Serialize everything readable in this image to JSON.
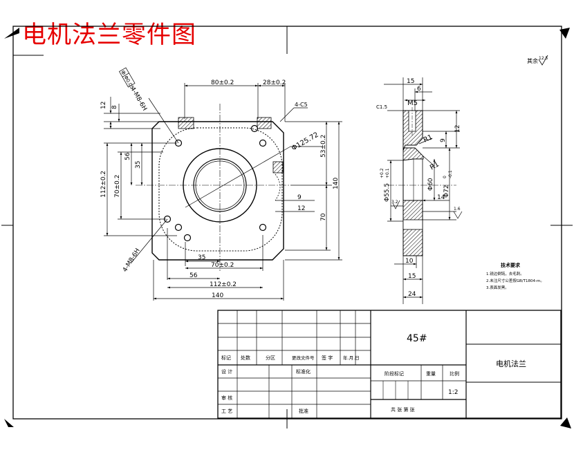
{
  "title": "电机法兰零件图",
  "surface_roughness": {
    "prefix": "其余",
    "value": "12.5"
  },
  "front_view": {
    "dim_top_80": "80±0.2",
    "dim_top_28": "28±0.2",
    "chamfer": "4-C5",
    "tolerance_frame_symbol": "⊕",
    "tolerance_frame_value": "Φ0.05",
    "thread_top": "4-M8-6H",
    "dim_left_12": "12",
    "dim_left_8": "8",
    "dim_112_v": "112±0.2",
    "dim_70_v": "70±0.2",
    "dim_56_v": "56",
    "dim_35_v": "35",
    "dia_125": "Φ125.72",
    "dim_53": "53±0.2",
    "dim_140_v": "140",
    "dim_70_right": "70",
    "dim_9": "9",
    "dim_12_right": "12",
    "thread_bottom": "4-M8-6H",
    "dim_35_h": "35",
    "dim_70_h": "70±0.2",
    "dim_56_h": "56",
    "dim_112_h": "112±0.2",
    "dim_140_h": "140"
  },
  "section_view": {
    "dim_15_top": "15",
    "dim_6": "6",
    "thread_m5": "M5",
    "chamfer_c15": "C1.5",
    "r1_top": "R1",
    "r1_mid": "R1",
    "dim_9": "9",
    "dim_12": "12",
    "dia_555": "Φ55.5",
    "dia_555_tol_upper": "+0.2",
    "dia_555_tol_lower": "+0.1",
    "dia_60": "Φ60",
    "dia_72": "Φ72",
    "dia_72_tol_upper": "0",
    "dia_72_tol_lower": "-0.1",
    "dim_14": "14",
    "roughness_32": "3.2",
    "roughness_16": "1.6",
    "dim_10": "10",
    "dim_15_bottom": "15",
    "dim_24": "24"
  },
  "technical_requirements": {
    "heading": "技术要求",
    "items": [
      "1.锐边倒钝，去毛刺。",
      "2.未注尺寸公差按GB/T1804-m。",
      "3.表面发黑。"
    ]
  },
  "title_block": {
    "material": "45#",
    "part_name": "电机法兰",
    "rev_headers": [
      "标记",
      "处数",
      "分区",
      "更改文件号",
      "签 字",
      "年.月.日"
    ],
    "design_label": "设 计",
    "standardize_label": "标准化",
    "review_label": "审 核",
    "process_label": "工 艺",
    "approve_label": "批准",
    "stage_label": "阶段标记",
    "weight_label": "重量",
    "scale_label": "比例",
    "scale_value": "1:2",
    "sheets_text": "共  张  第  张"
  }
}
